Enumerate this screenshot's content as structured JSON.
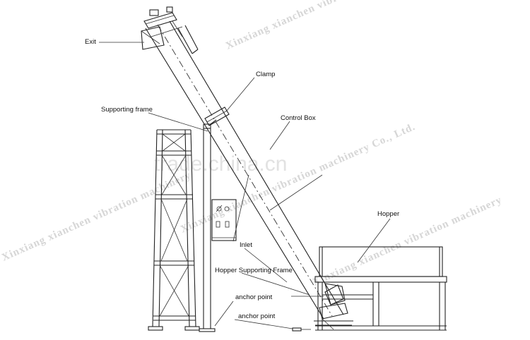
{
  "labels": {
    "exit": "Exit",
    "clamp": "Clamp",
    "supporting_frame": "Supporting frame",
    "control_box": "Control Box",
    "hopper": "Hopper",
    "inlet": "Inlet",
    "hopper_supporting_frame": "Hopper Supporting Frame",
    "anchor_point_1": "anchor point",
    "anchor_point_2": "anchor point"
  },
  "watermarks": {
    "company_diagonal": "Xinxiang xianchen vibration machinery Co., Ltd.",
    "company_top": "Xinxiang xianchen vibration machinery Co., Ltd.",
    "company_right": "Xinxiang xianchen vibration machinery",
    "company_left": "Xinxiang xianchen vibration machinery",
    "trade_site": "trade.china.cn"
  },
  "control_box_symbols": {
    "top": "o/o",
    "bottom": "o o"
  }
}
